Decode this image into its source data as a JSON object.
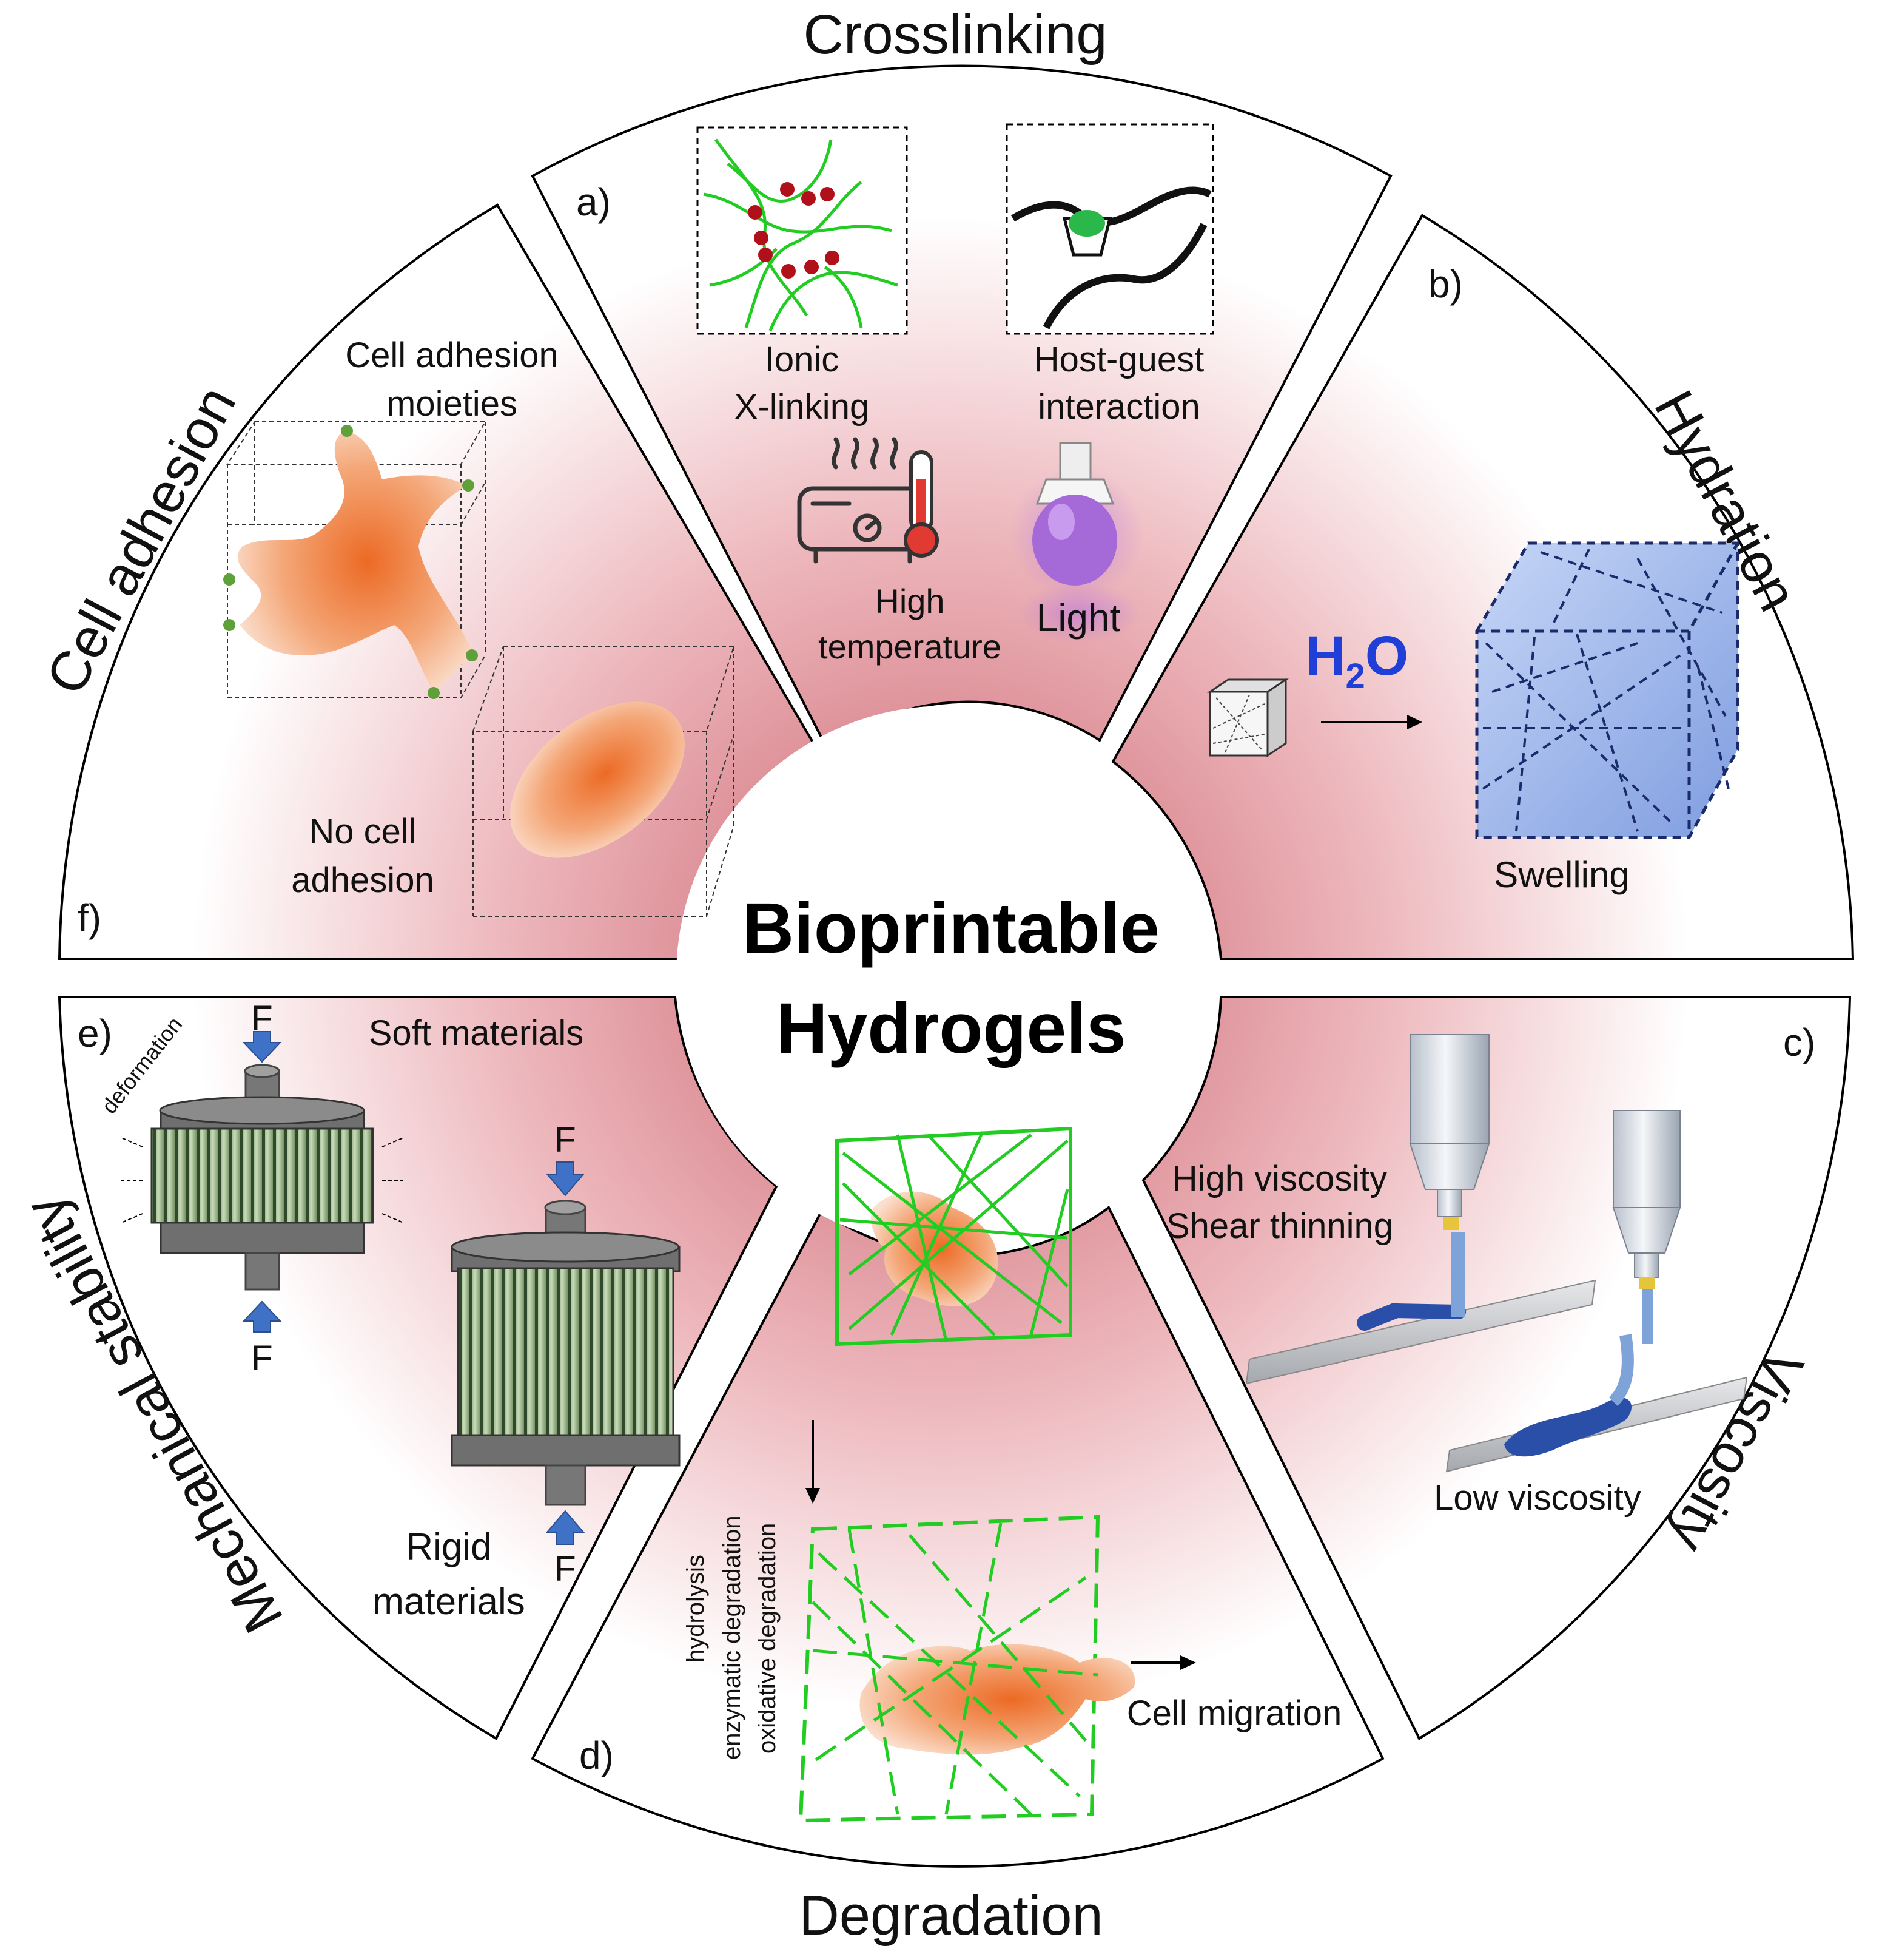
{
  "center": {
    "line1": "Bioprintable",
    "line2": "Hydrogels"
  },
  "sections": {
    "crosslinking": {
      "title": "Crosslinking",
      "letter": "a)",
      "ionic": [
        "Ionic",
        "X-linking"
      ],
      "hostguest": [
        "Host-guest",
        "interaction"
      ],
      "temperature": [
        "High",
        "temperature"
      ],
      "light": "Light"
    },
    "hydration": {
      "title": "Hydration",
      "letter": "b)",
      "h2o": {
        "main": "H",
        "sub": "2",
        "end": "O"
      },
      "swelling": "Swelling"
    },
    "viscosity": {
      "title": "Viscosity",
      "letter": "c)",
      "high": [
        "High viscosity",
        "Shear thinning"
      ],
      "low": "Low viscosity"
    },
    "degradation": {
      "title": "Degradation",
      "letter": "d)",
      "mechanisms": [
        "hydrolysis",
        "enzymatic degradation",
        "oxidative degradation"
      ],
      "migration": "Cell migration"
    },
    "mechanical": {
      "title": "Mechanical stability",
      "letter": "e)",
      "soft": "Soft materials",
      "deformation": "deformation",
      "force": "F",
      "rigid": [
        "Rigid",
        "materials"
      ]
    },
    "adhesion": {
      "title": "Cell adhesion",
      "letter": "f)",
      "moieties": [
        "Cell adhesion",
        "moieties"
      ],
      "no_adhesion": [
        "No cell",
        "adhesion"
      ]
    }
  },
  "colors": {
    "segment_pink": "#e9aab0",
    "cell_orange": "#ee7f3b",
    "network_green": "#22cc22",
    "ionic_dot": "#c0101a",
    "h2o_blue": "#1f3fd6",
    "arrow_blue": "#3f72c7",
    "light_purple": "#a060e0"
  }
}
